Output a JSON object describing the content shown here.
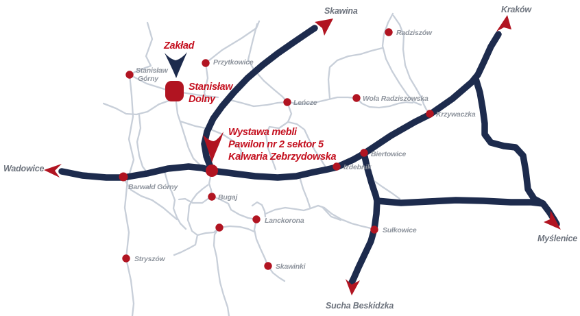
{
  "map": {
    "colors": {
      "main_road": "#1d2b4d",
      "secondary_road": "#c8cfd9",
      "marker_red": "#b11421",
      "annotation_red": "#c40f1e",
      "city_label": "#8e949d",
      "destination_label": "#6d737d",
      "background": "#ffffff"
    },
    "destinations": {
      "skawina": "Skawina",
      "krakow": "Kraków",
      "wadowice": "Wadowice",
      "myslenice": "Myślenice",
      "sucha_beskidzka": "Sucha Beskidzka"
    },
    "cities": {
      "stanislaw_gorny": {
        "line1": "Stanisław",
        "line2": "Górny"
      },
      "przytkowice": "Przytkowice",
      "radziszow": "Radziszów",
      "lencze": "Leńcze",
      "wola_radziszowska": "Wola Radziszowska",
      "krzywaczka": "Krzywaczka",
      "biertowice": "Biertowice",
      "izdebnik": "Izdebnik",
      "sulkowice": "Sułkowice",
      "barwald_gorny": "Barwałd Górny",
      "bugaj": "Bugaj",
      "lanckorona": "Lanckorona",
      "skawinki": "Skawinki",
      "stryszow": "Stryszów"
    },
    "annotations": {
      "zaklad": "Zakład",
      "stanislaw_dolny": {
        "line1": "Stanisław",
        "line2": "Dolny"
      },
      "exhibition": {
        "line1": "Wystawa mebli",
        "line2": "Pawilon nr 2 sektor 5",
        "line3": "Kalwaria Zebrzydowska"
      }
    }
  }
}
